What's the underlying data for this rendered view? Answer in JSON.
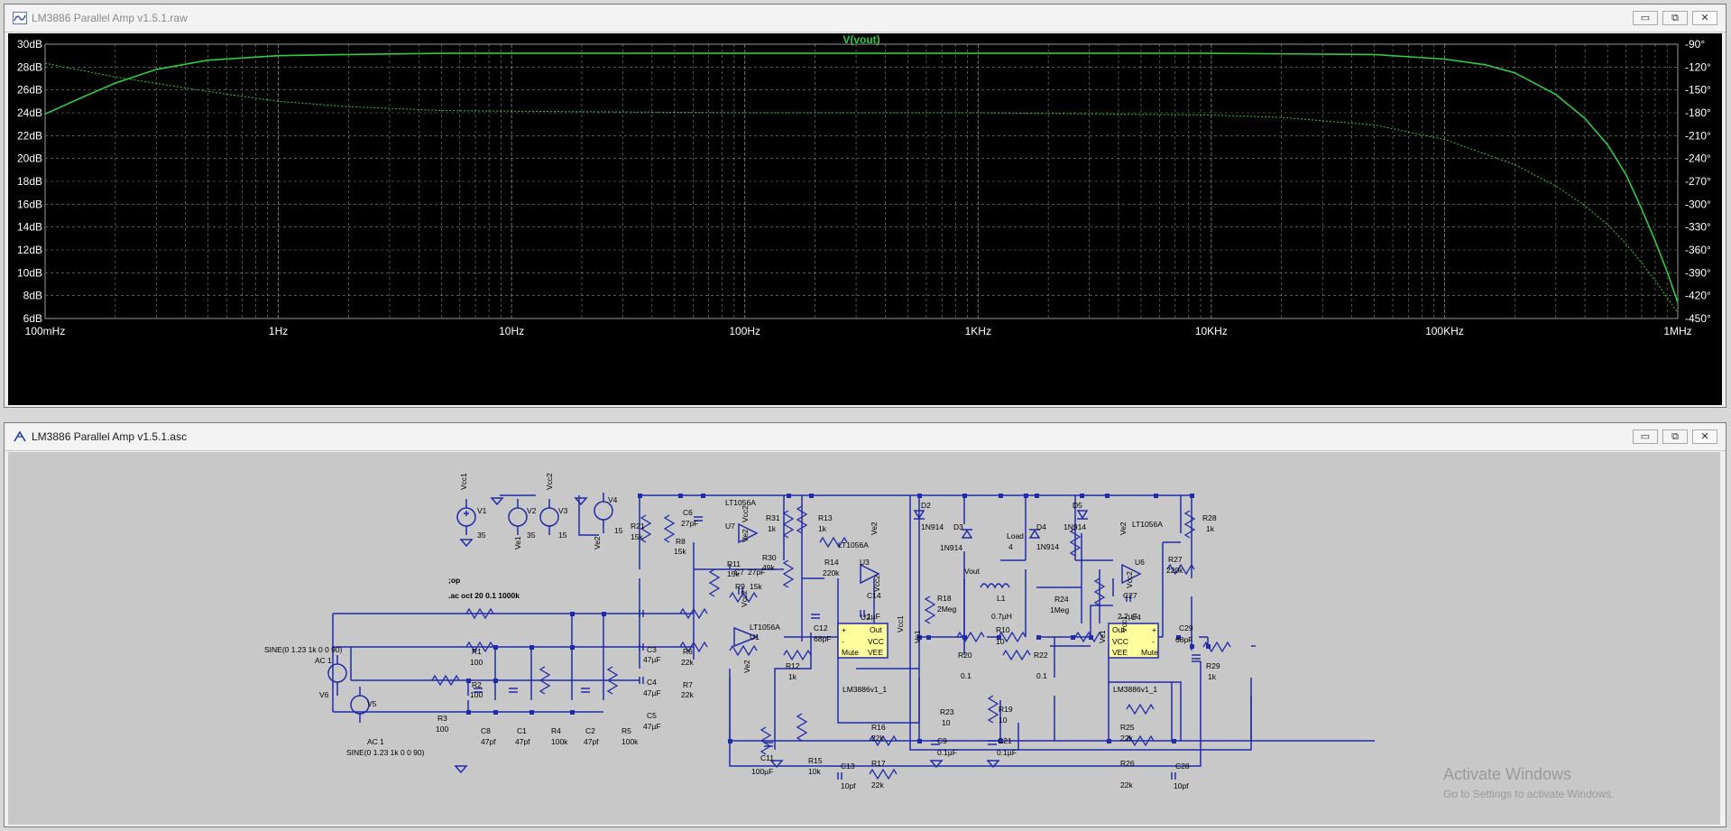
{
  "plot_window": {
    "title": "LM3886 Parallel Amp v1.5.1.raw",
    "controls": {
      "minimize": "▭",
      "restore": "⧉",
      "close": "✕"
    }
  },
  "schematic_window": {
    "title": "LM3886 Parallel Amp v1.5.1.asc",
    "controls": {
      "minimize": "▭",
      "restore": "⧉",
      "close": "✕"
    }
  },
  "chart_data": {
    "type": "line",
    "title": "V(vout)",
    "x_scale": "log",
    "x_ticks": [
      "100mHz",
      "1Hz",
      "10Hz",
      "100Hz",
      "1KHz",
      "10KHz",
      "100KHz",
      "1MHz"
    ],
    "x_tick_values": [
      0.1,
      1,
      10,
      100,
      1000,
      10000,
      100000,
      1000000
    ],
    "xlim": [
      0.1,
      1000000
    ],
    "y_left_ticks": [
      "30dB",
      "28dB",
      "26dB",
      "24dB",
      "22dB",
      "20dB",
      "18dB",
      "16dB",
      "14dB",
      "12dB",
      "10dB",
      "8dB",
      "6dB"
    ],
    "ylim_left": [
      6,
      30
    ],
    "y_right_ticks": [
      "-90°",
      "-120°",
      "-150°",
      "-180°",
      "-210°",
      "-240°",
      "-270°",
      "-300°",
      "-330°",
      "-360°",
      "-390°",
      "-420°",
      "-450°"
    ],
    "ylim_right": [
      -450,
      -90
    ],
    "grid": true,
    "colors": {
      "trace": "#2ecc40",
      "grid": "#8a8a8a",
      "background": "#000000",
      "axis_text": "#ffffff"
    },
    "series": [
      {
        "style": "solid",
        "axis": "left",
        "x": [
          0.1,
          0.15,
          0.2,
          0.3,
          0.5,
          1,
          2,
          5,
          10,
          100,
          1000,
          10000,
          50000,
          100000,
          150000,
          200000,
          300000,
          400000,
          500000,
          600000,
          700000,
          800000,
          900000,
          1000000
        ],
        "values": [
          23.9,
          25.5,
          26.6,
          27.8,
          28.6,
          29.0,
          29.1,
          29.2,
          29.2,
          29.2,
          29.2,
          29.2,
          29.1,
          28.7,
          28.2,
          27.5,
          25.6,
          23.5,
          21.2,
          18.6,
          15.6,
          12.8,
          10.1,
          7.4
        ]
      },
      {
        "style": "dotted",
        "axis": "right",
        "x": [
          0.1,
          0.2,
          0.5,
          1,
          2,
          5,
          10,
          100,
          1000,
          10000,
          20000,
          50000,
          100000,
          200000,
          300000,
          400000,
          500000,
          600000,
          700000,
          800000,
          900000,
          1000000
        ],
        "values": [
          -115,
          -133,
          -152,
          -165,
          -172,
          -177,
          -178,
          -180,
          -180,
          -183,
          -186,
          -196,
          -215,
          -248,
          -276,
          -302,
          -327,
          -352,
          -377,
          -400,
          -422,
          -443
        ]
      }
    ]
  },
  "schematic": {
    "sources": {
      "V1": {
        "name": "V1",
        "value": "35",
        "node": "Vcc1"
      },
      "V2": {
        "name": "V2",
        "value": "35",
        "node": "Ve1"
      },
      "V3": {
        "name": "V3",
        "value": "15",
        "node": "Vcc2"
      },
      "V4": {
        "name": "V4",
        "value": "15",
        "node": "Ve2"
      },
      "V5": {
        "name": "V5",
        "ac": "AC 1",
        "sine": "SINE(0 1.23 1k 0 0 90)"
      },
      "V6": {
        "name": "V6",
        "ac": "AC 1",
        "sine": "SINE(0 1.23 1k 0 0 90)"
      }
    },
    "directives": {
      "op": ";op",
      "ac": ".ac oct 20 0.1 1000k"
    },
    "resistors": {
      "R1": {
        "name": "R1",
        "value": "100"
      },
      "R2": {
        "name": "R2",
        "value": "100"
      },
      "R3": {
        "name": "R3",
        "value": "100"
      },
      "R4": {
        "name": "R4",
        "value": "100k"
      },
      "R5": {
        "name": "R5",
        "value": "100k"
      },
      "R6": {
        "name": "R6",
        "value": "22k"
      },
      "R7": {
        "name": "R7",
        "value": "22k"
      },
      "R8": {
        "name": "R8",
        "value": "15k"
      },
      "R9": {
        "name": "R9",
        "value": "15k"
      },
      "R10": {
        "name": "R10",
        "value": "10"
      },
      "R11": {
        "name": "R11",
        "value": "15k"
      },
      "R12": {
        "name": "R12",
        "value": "1k"
      },
      "R13": {
        "name": "R13",
        "value": "1k"
      },
      "R14": {
        "name": "R14",
        "value": "220k"
      },
      "R15": {
        "name": "R15",
        "value": "10k"
      },
      "R16": {
        "name": "R16",
        "value": "22k"
      },
      "R17": {
        "name": "R17",
        "value": "22k"
      },
      "R18": {
        "name": "R18",
        "value": "2Meg"
      },
      "R19": {
        "name": "R19",
        "value": "10"
      },
      "R20": {
        "name": "R20",
        "value": "0.1"
      },
      "R21": {
        "name": "R21",
        "value": "15k"
      },
      "R22": {
        "name": "R22",
        "value": "0.1"
      },
      "R23": {
        "name": "R23",
        "value": "10"
      },
      "R24": {
        "name": "R24",
        "value": "1Meg"
      },
      "R25": {
        "name": "R25",
        "value": "22k"
      },
      "R26": {
        "name": "R26",
        "value": "22k"
      },
      "R27": {
        "name": "R27",
        "value": "220k"
      },
      "R28": {
        "name": "R28",
        "value": "1k"
      },
      "R29": {
        "name": "R29",
        "value": "1k"
      },
      "R30": {
        "name": "R30",
        "value": "49k"
      },
      "R31": {
        "name": "R31",
        "value": "1k"
      },
      "Load": {
        "name": "Load",
        "value": "4"
      }
    },
    "capacitors": {
      "C1": {
        "name": "C1",
        "value": "47pf"
      },
      "C2": {
        "name": "C2",
        "value": "47pf"
      },
      "C3": {
        "name": "C3",
        "value": "47µF"
      },
      "C4": {
        "name": "C4",
        "value": "47µF"
      },
      "C5": {
        "name": "C5",
        "value": "47µF"
      },
      "C6": {
        "name": "C6",
        "value": "27pF"
      },
      "C7": {
        "name": "C7",
        "value": "27pF"
      },
      "C8": {
        "name": "C8",
        "value": "47pf"
      },
      "C9": {
        "name": "C9",
        "value": "0.1µF"
      },
      "C11": {
        "name": "C11",
        "value": "100µF"
      },
      "C12": {
        "name": "C12",
        "value": "68pF"
      },
      "C13": {
        "name": "C13",
        "value": "10pf"
      },
      "C14": {
        "name": "C14",
        "value": "1µF"
      },
      "C21": {
        "name": "C21",
        "value": "0.1µF"
      },
      "C27": {
        "name": "C27",
        "value": "2.2µF"
      },
      "C28": {
        "name": "C28",
        "value": "10pf"
      },
      "C29": {
        "name": "C29",
        "value": "68pF"
      }
    },
    "inductors": {
      "L1": {
        "name": "L1",
        "value": "0.7µH"
      }
    },
    "diodes": {
      "D2": {
        "name": "D2",
        "model": "1N914"
      },
      "D3": {
        "name": "D3",
        "model": "1N914"
      },
      "D4": {
        "name": "D4",
        "model": "1N914"
      },
      "D5": {
        "name": "D5",
        "model": "1N914"
      }
    },
    "opamps": {
      "U1": {
        "name": "U1",
        "model": "LT1056A"
      },
      "U3": {
        "name": "U3",
        "model": "LT1056A"
      },
      "U6": {
        "name": "U6",
        "model": "LT1056A"
      },
      "U7": {
        "name": "U7",
        "model": "LT1056A"
      }
    },
    "amps": {
      "U2": {
        "name": "U2",
        "model": "LM3886v1_1"
      },
      "U4": {
        "name": "U4",
        "model": "LM3886v1_1"
      }
    },
    "amp_pins": {
      "plus": "+",
      "minus": "-",
      "out": "Out",
      "vcc": "VCC",
      "vee": "VEE",
      "mute": "Mute"
    },
    "net_labels": {
      "vout": "Vout",
      "vcc1": "Vcc1",
      "ve1": "Ve1",
      "vcc2": "Vcc2",
      "ve2": "Ve2"
    }
  },
  "watermark": {
    "line1": "Activate Windows",
    "line2": "Go to Settings to activate Windows."
  }
}
